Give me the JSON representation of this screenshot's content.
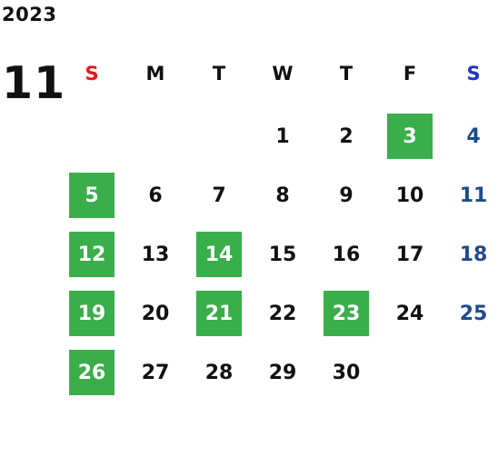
{
  "calendar": {
    "year": "2023",
    "month": "11",
    "weekdays": [
      "S",
      "M",
      "T",
      "W",
      "T",
      "F",
      "S"
    ],
    "weeks": [
      [
        null,
        null,
        null,
        1,
        2,
        3,
        4
      ],
      [
        5,
        6,
        7,
        8,
        9,
        10,
        11
      ],
      [
        12,
        13,
        14,
        15,
        16,
        17,
        18
      ],
      [
        19,
        20,
        21,
        22,
        23,
        24,
        25
      ],
      [
        26,
        27,
        28,
        29,
        30,
        null,
        null
      ]
    ],
    "highlighted_days": [
      3,
      5,
      12,
      14,
      19,
      21,
      23,
      26
    ],
    "colors": {
      "highlight": "#3aae4a",
      "sunday_header": "#e8141c",
      "saturday_header": "#1d35c9",
      "saturday_dates": "#1f4a8e",
      "default_text": "#111111"
    }
  }
}
